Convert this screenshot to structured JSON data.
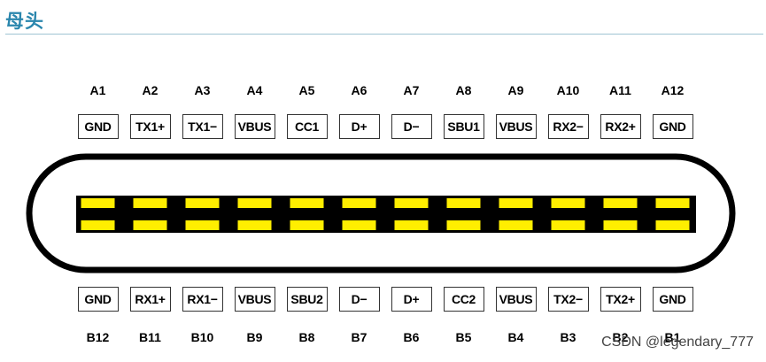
{
  "header": {
    "title": "母头"
  },
  "top_row": {
    "pins": [
      "A1",
      "A2",
      "A3",
      "A4",
      "A5",
      "A6",
      "A7",
      "A8",
      "A9",
      "A10",
      "A11",
      "A12"
    ],
    "signals": [
      "GND",
      "TX1+",
      "TX1−",
      "VBUS",
      "CC1",
      "D+",
      "D−",
      "SBU1",
      "VBUS",
      "RX2−",
      "RX2+",
      "GND"
    ]
  },
  "bottom_row": {
    "signals": [
      "GND",
      "RX1+",
      "RX1−",
      "VBUS",
      "SBU2",
      "D−",
      "D+",
      "CC2",
      "VBUS",
      "TX2−",
      "TX2+",
      "GND"
    ],
    "pins": [
      "B12",
      "B11",
      "B10",
      "B9",
      "B8",
      "B7",
      "B6",
      "B5",
      "B4",
      "B3",
      "B2",
      "B1"
    ]
  },
  "colors": {
    "contact": "#ffee00",
    "tongue": "#000000",
    "shell": "#000000",
    "header_text": "#2a86ad"
  },
  "watermark": "CSDN @legendary_777"
}
